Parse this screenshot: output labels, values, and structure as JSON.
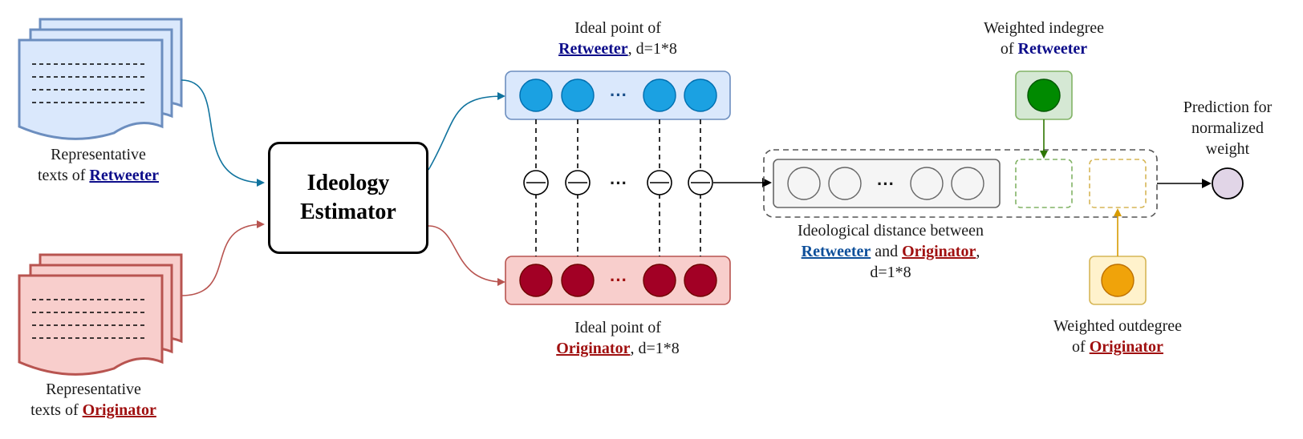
{
  "texts": {
    "retweeter_texts_line1": "Representative",
    "retweeter_texts_line2_prefix": "texts of ",
    "retweeter_name": "Retweeter",
    "originator_texts_line1": "Representative",
    "originator_texts_line2_prefix": "texts of ",
    "originator_name": "Originator",
    "estimator_line1": "Ideology",
    "estimator_line2": "Estimator",
    "ideal_point_retweeter_line1": "Ideal point of",
    "ideal_point_retweeter_suffix": ", d=1*8",
    "ideal_point_originator_line1": "Ideal point of",
    "ideal_point_originator_suffix": ", d=1*8",
    "ellipsis": "···",
    "distance_line1": "Ideological distance between",
    "distance_and": " and ",
    "distance_comma": ",",
    "distance_dim": "d=1*8",
    "indegree_line1": "Weighted indegree",
    "indegree_prefix": "of ",
    "outdegree_line1": "Weighted outdegree",
    "outdegree_prefix": "of ",
    "prediction_line1": "Prediction for",
    "prediction_line2": "normalized",
    "prediction_line3": "weight"
  },
  "colors": {
    "retweeter_doc_fill": "#dae8fc",
    "retweeter_doc_stroke": "#6c8ebf",
    "originator_doc_fill": "#f8cecc",
    "originator_doc_stroke": "#b85450",
    "retweeter_circle": "#1ba1e2",
    "originator_circle": "#a20025",
    "indegree_fill": "#d5e8d4",
    "indegree_stroke": "#82b366",
    "indegree_circle": "#008a00",
    "outdegree_fill": "#fff2cc",
    "outdegree_stroke": "#d6b656",
    "outdegree_circle": "#f0a30a",
    "prediction_circle": "#e1d5e7",
    "teal_arrow": "#10739e",
    "red_arrow": "#b85450"
  }
}
